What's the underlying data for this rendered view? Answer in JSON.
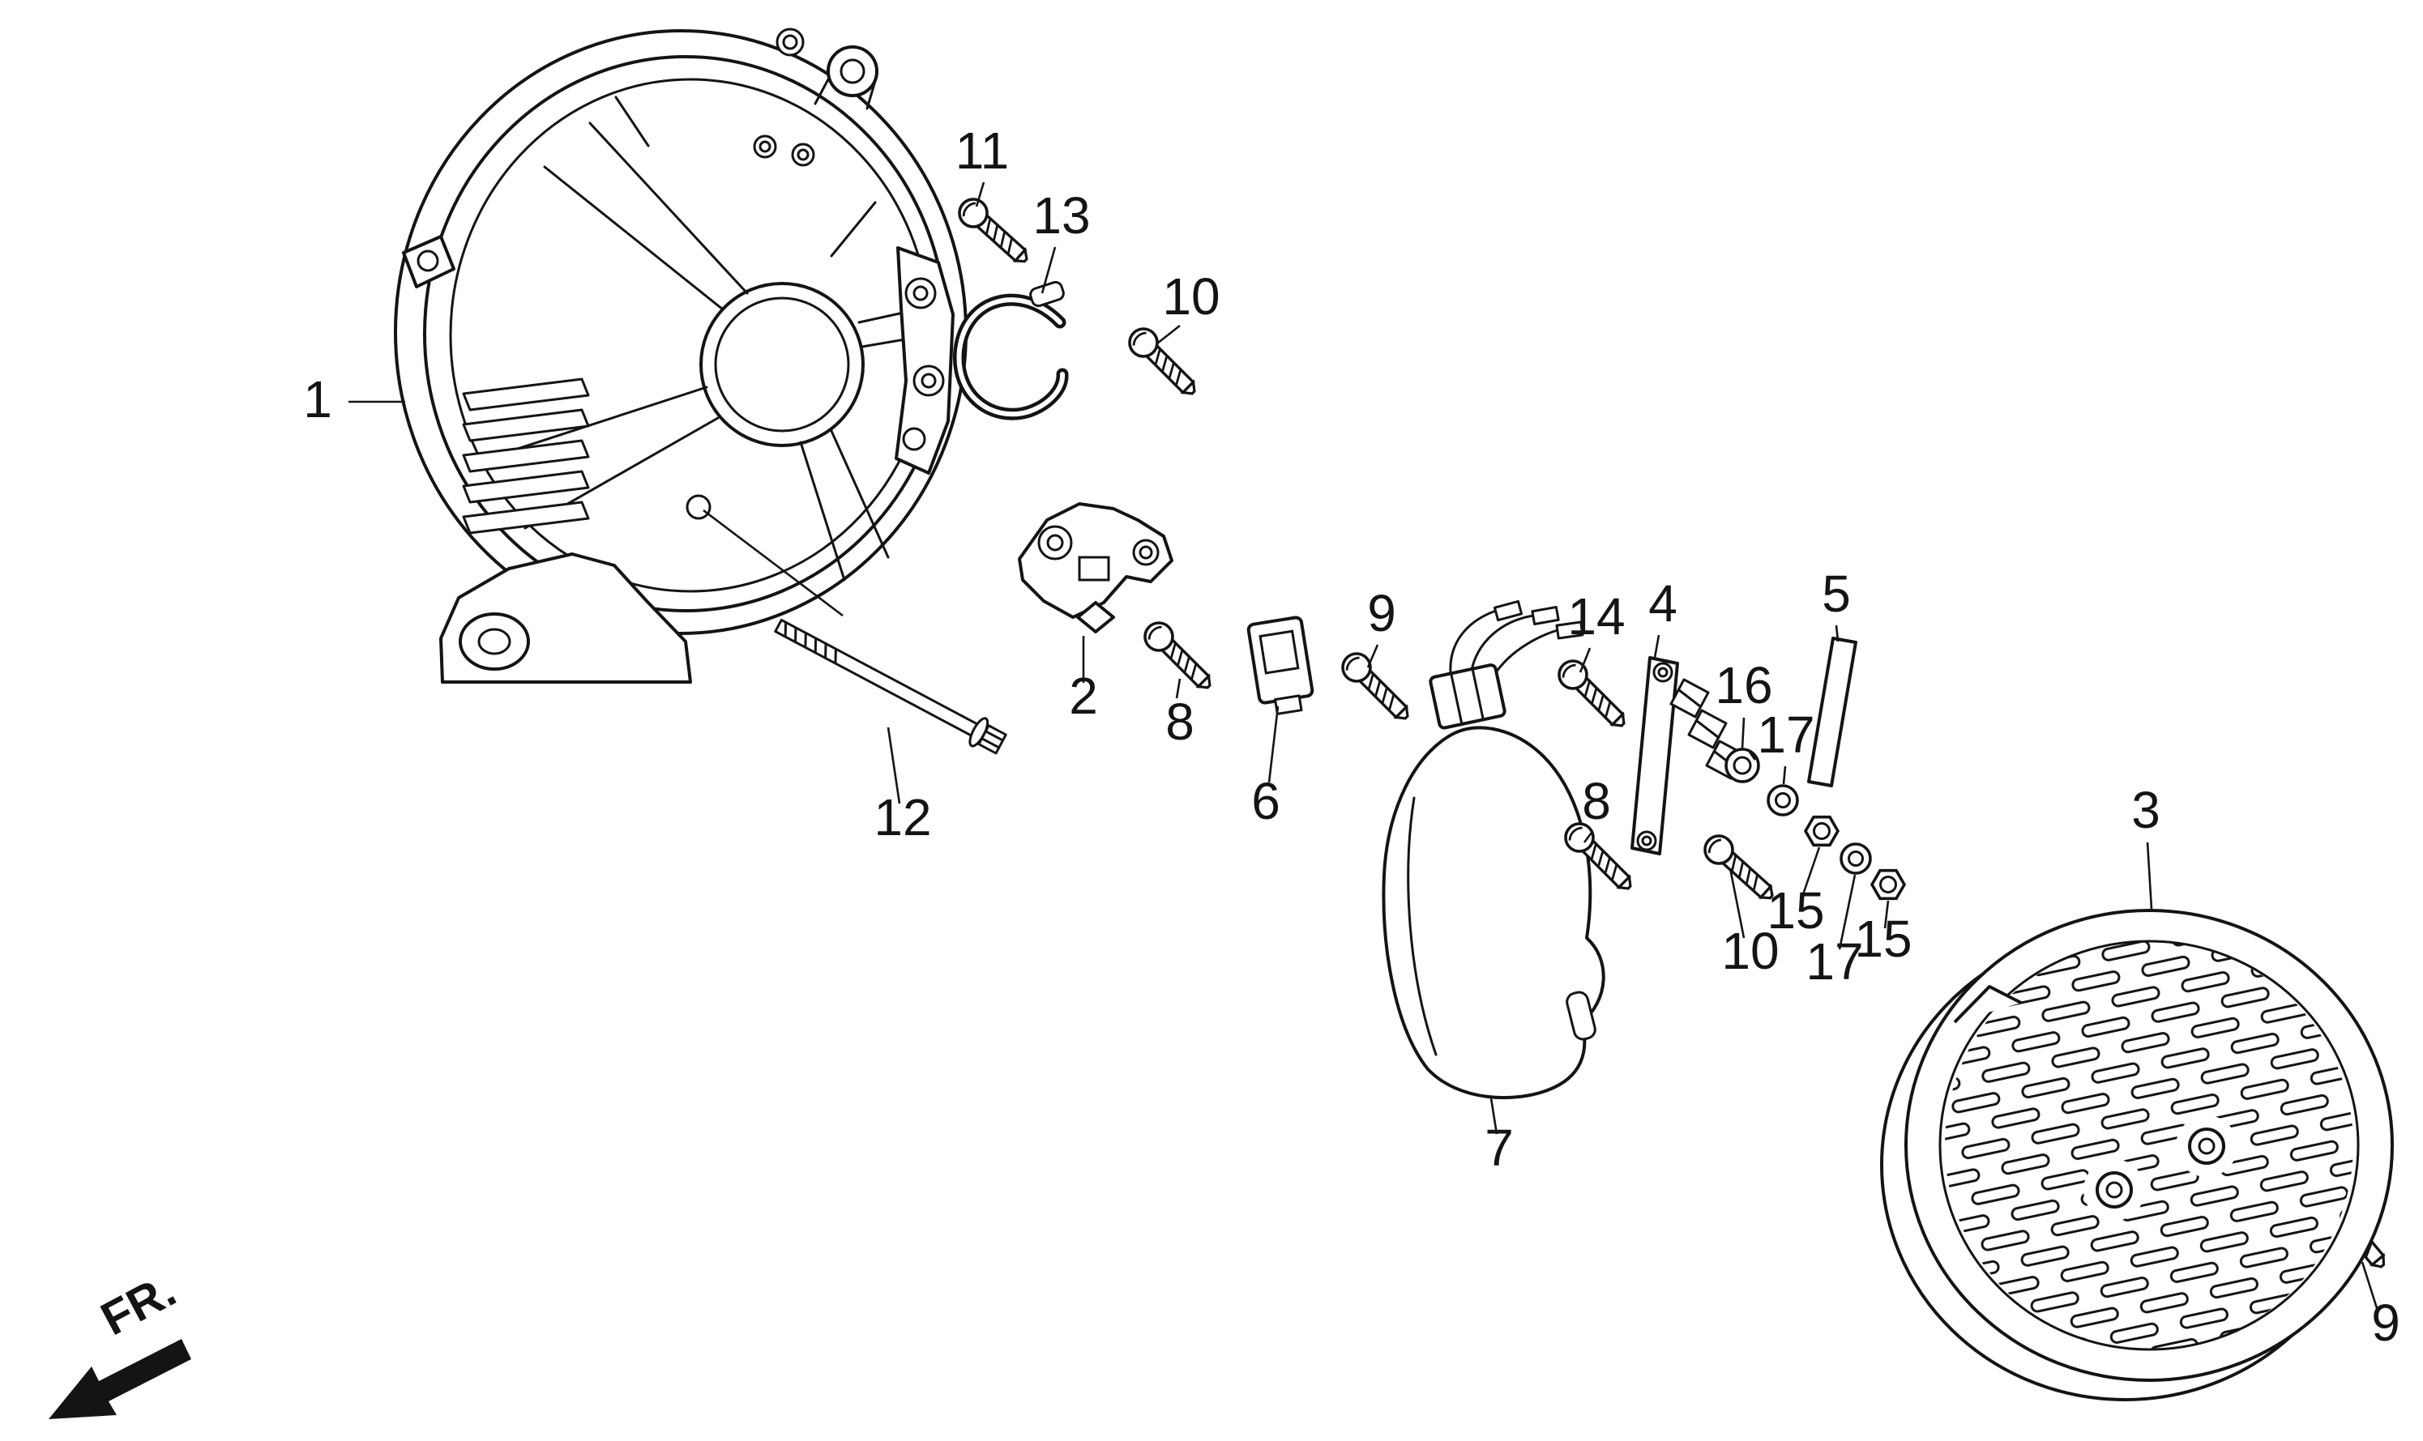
{
  "colors": {
    "background": "#ffffff",
    "line": "#141414"
  },
  "diagram": {
    "fr_label": "FR.",
    "callouts": [
      {
        "label": "1"
      },
      {
        "label": "11"
      },
      {
        "label": "13"
      },
      {
        "label": "10"
      },
      {
        "label": "2"
      },
      {
        "label": "8"
      },
      {
        "label": "12"
      },
      {
        "label": "6"
      },
      {
        "label": "9"
      },
      {
        "label": "7"
      },
      {
        "label": "14"
      },
      {
        "label": "4"
      },
      {
        "label": "5"
      },
      {
        "label": "16"
      },
      {
        "label": "17"
      },
      {
        "label": "8"
      },
      {
        "label": "10"
      },
      {
        "label": "15"
      },
      {
        "label": "17"
      },
      {
        "label": "15"
      },
      {
        "label": "3"
      },
      {
        "label": "9"
      }
    ]
  }
}
